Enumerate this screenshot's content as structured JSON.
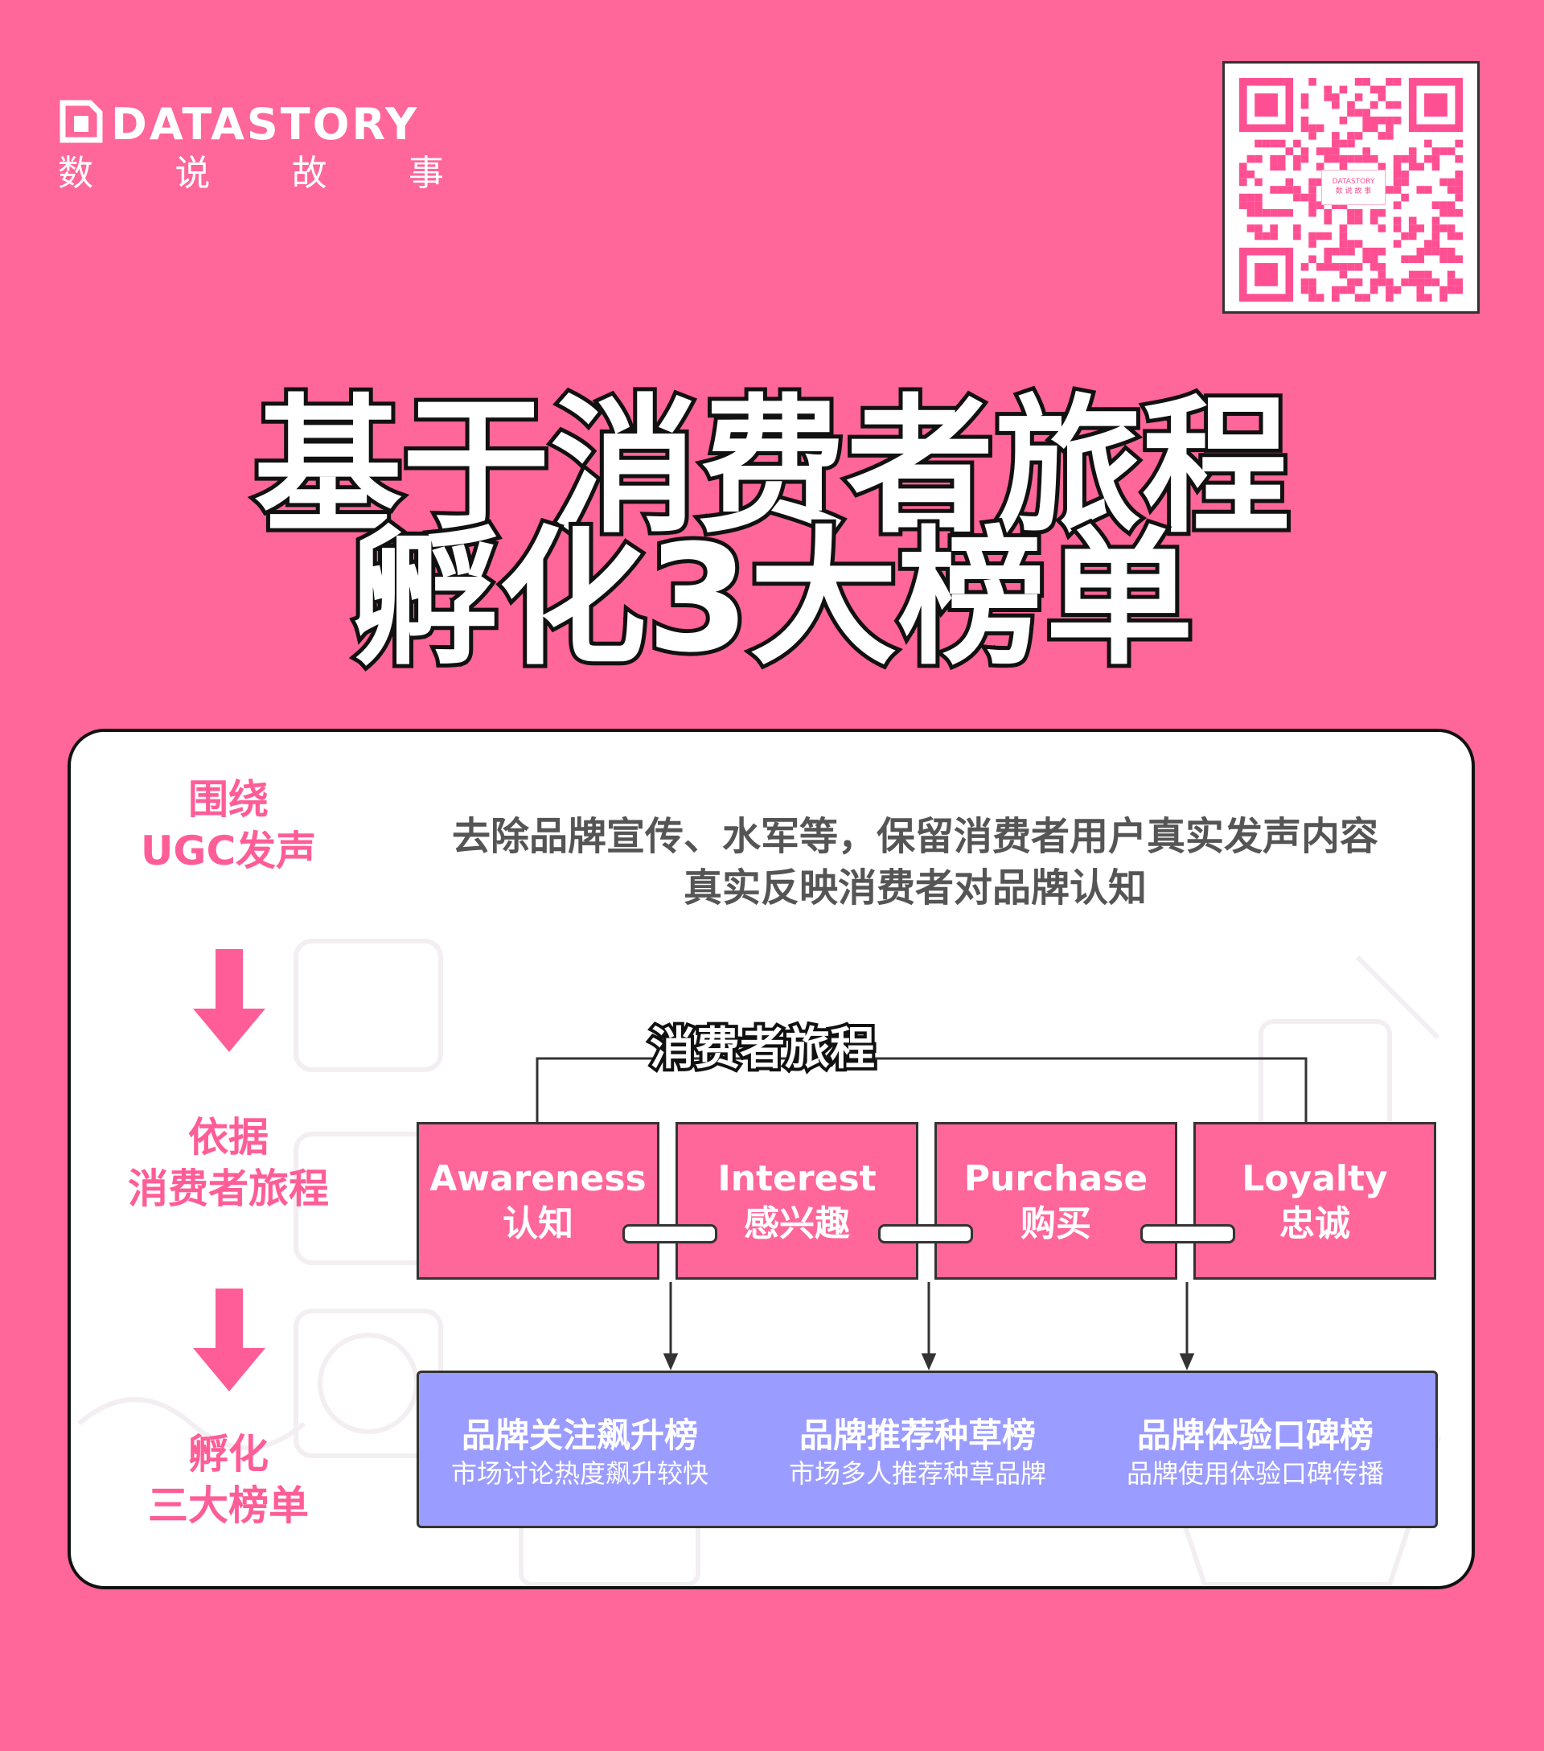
{
  "logo": {
    "name": "DATASTORY",
    "subtitle": [
      "数",
      "说",
      "故",
      "事"
    ]
  },
  "qr": {
    "badge_text": "DATASTORY",
    "badge_sub": "数 说 故 事"
  },
  "title": {
    "line1": "基于消费者旅程",
    "line2": "孵化3大榜单"
  },
  "steps": [
    {
      "line1": "围绕",
      "line2": "UGC发声"
    },
    {
      "line1": "依据",
      "line2": "消费者旅程"
    },
    {
      "line1": "孵化",
      "line2": "三大榜单"
    }
  ],
  "intro": {
    "line1": "去除品牌宣传、水军等，保留消费者用户真实发声内容",
    "line2": "真实反映消费者对品牌认知"
  },
  "journey": {
    "title": "消费者旅程",
    "stages": [
      {
        "en": "Awareness",
        "zh": "认知"
      },
      {
        "en": "Interest",
        "zh": "感兴趣"
      },
      {
        "en": "Purchase",
        "zh": "购买"
      },
      {
        "en": "Loyalty",
        "zh": "忠诚"
      }
    ]
  },
  "rankings": [
    {
      "title": "品牌关注飙升榜",
      "subtitle": "市场讨论热度飙升较快"
    },
    {
      "title": "品牌推荐种草榜",
      "subtitle": "市场多人推荐种草品牌"
    },
    {
      "title": "品牌体验口碑榜",
      "subtitle": "品牌使用体验口碑传播"
    }
  ],
  "colors": {
    "background": "#ff6699",
    "accent_text": "#ff5d97",
    "stage": "#ff6699",
    "rank_box": "#9b9cff"
  }
}
